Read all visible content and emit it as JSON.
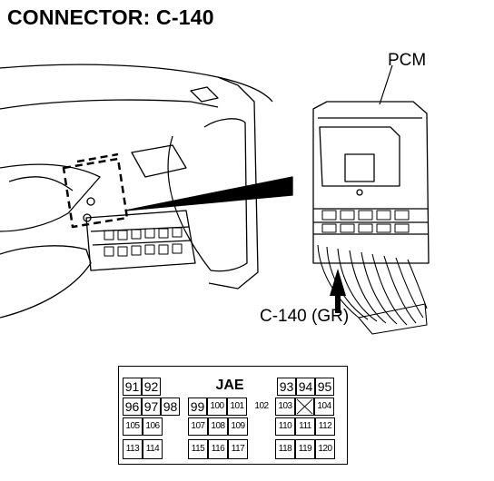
{
  "title": "CONNECTOR: C-140",
  "labels": {
    "module": "PCM",
    "connector": "C-140 (GR)"
  },
  "connector_face": {
    "brand": "JAE",
    "row1": [
      "91",
      "92",
      "93",
      "94",
      "95"
    ],
    "row2": [
      "96",
      "97",
      "98",
      "99",
      "100",
      "101",
      "102",
      "103",
      "104"
    ],
    "row3": [
      "105",
      "106",
      "107",
      "108",
      "109",
      "110",
      "111",
      "112"
    ],
    "row4": [
      "113",
      "114",
      "115",
      "116",
      "117",
      "118",
      "119",
      "120"
    ],
    "empty_cavity_symbol": "X"
  }
}
